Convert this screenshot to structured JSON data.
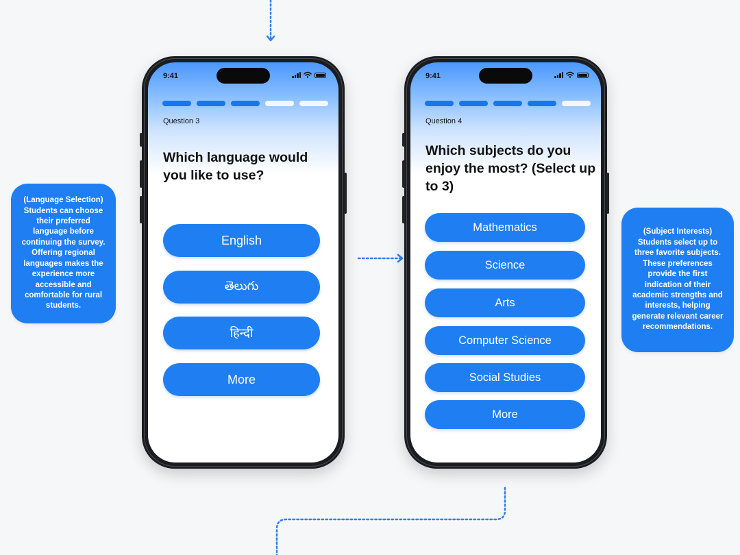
{
  "notes": {
    "language": [
      "(Language Selection)",
      "Students can choose",
      "their preferred",
      "language before",
      "continuing the survey.",
      "Offering regional",
      "languages makes the",
      "experience more",
      "accessible and",
      "comfortable for rural",
      "students."
    ],
    "subjects": [
      "(Subject Interests)",
      "Students select up to",
      "three favorite subjects.",
      "These preferences",
      "provide the first",
      "indication of their",
      "academic strengths and",
      "interests, helping",
      "generate relevant career",
      "recommendations."
    ]
  },
  "screens": [
    {
      "time": "9:41",
      "progress": {
        "completed": 3,
        "total": 5
      },
      "question_number": "Question 3",
      "question": "Which language would you like to use?",
      "options": [
        "English",
        "తెలుగు",
        "हिन्दी",
        "More"
      ]
    },
    {
      "time": "9:41",
      "progress": {
        "completed": 4,
        "total": 5
      },
      "question_number": "Question 4",
      "question": "Which subjects do you enjoy the most? (Select up to 3)",
      "options": [
        "Mathematics",
        "Science",
        "Arts",
        "Computer Science",
        "Social Studies",
        "More"
      ]
    }
  ],
  "colors": {
    "accent": "#1f7ff2",
    "progress_done": "#1a75ea",
    "connector": "#2f80ed",
    "page_background": "#f6f7f9"
  },
  "icons": [
    "signal-icon",
    "wifi-icon",
    "battery-icon",
    "arrow-down-icon",
    "arrow-right-icon"
  ]
}
